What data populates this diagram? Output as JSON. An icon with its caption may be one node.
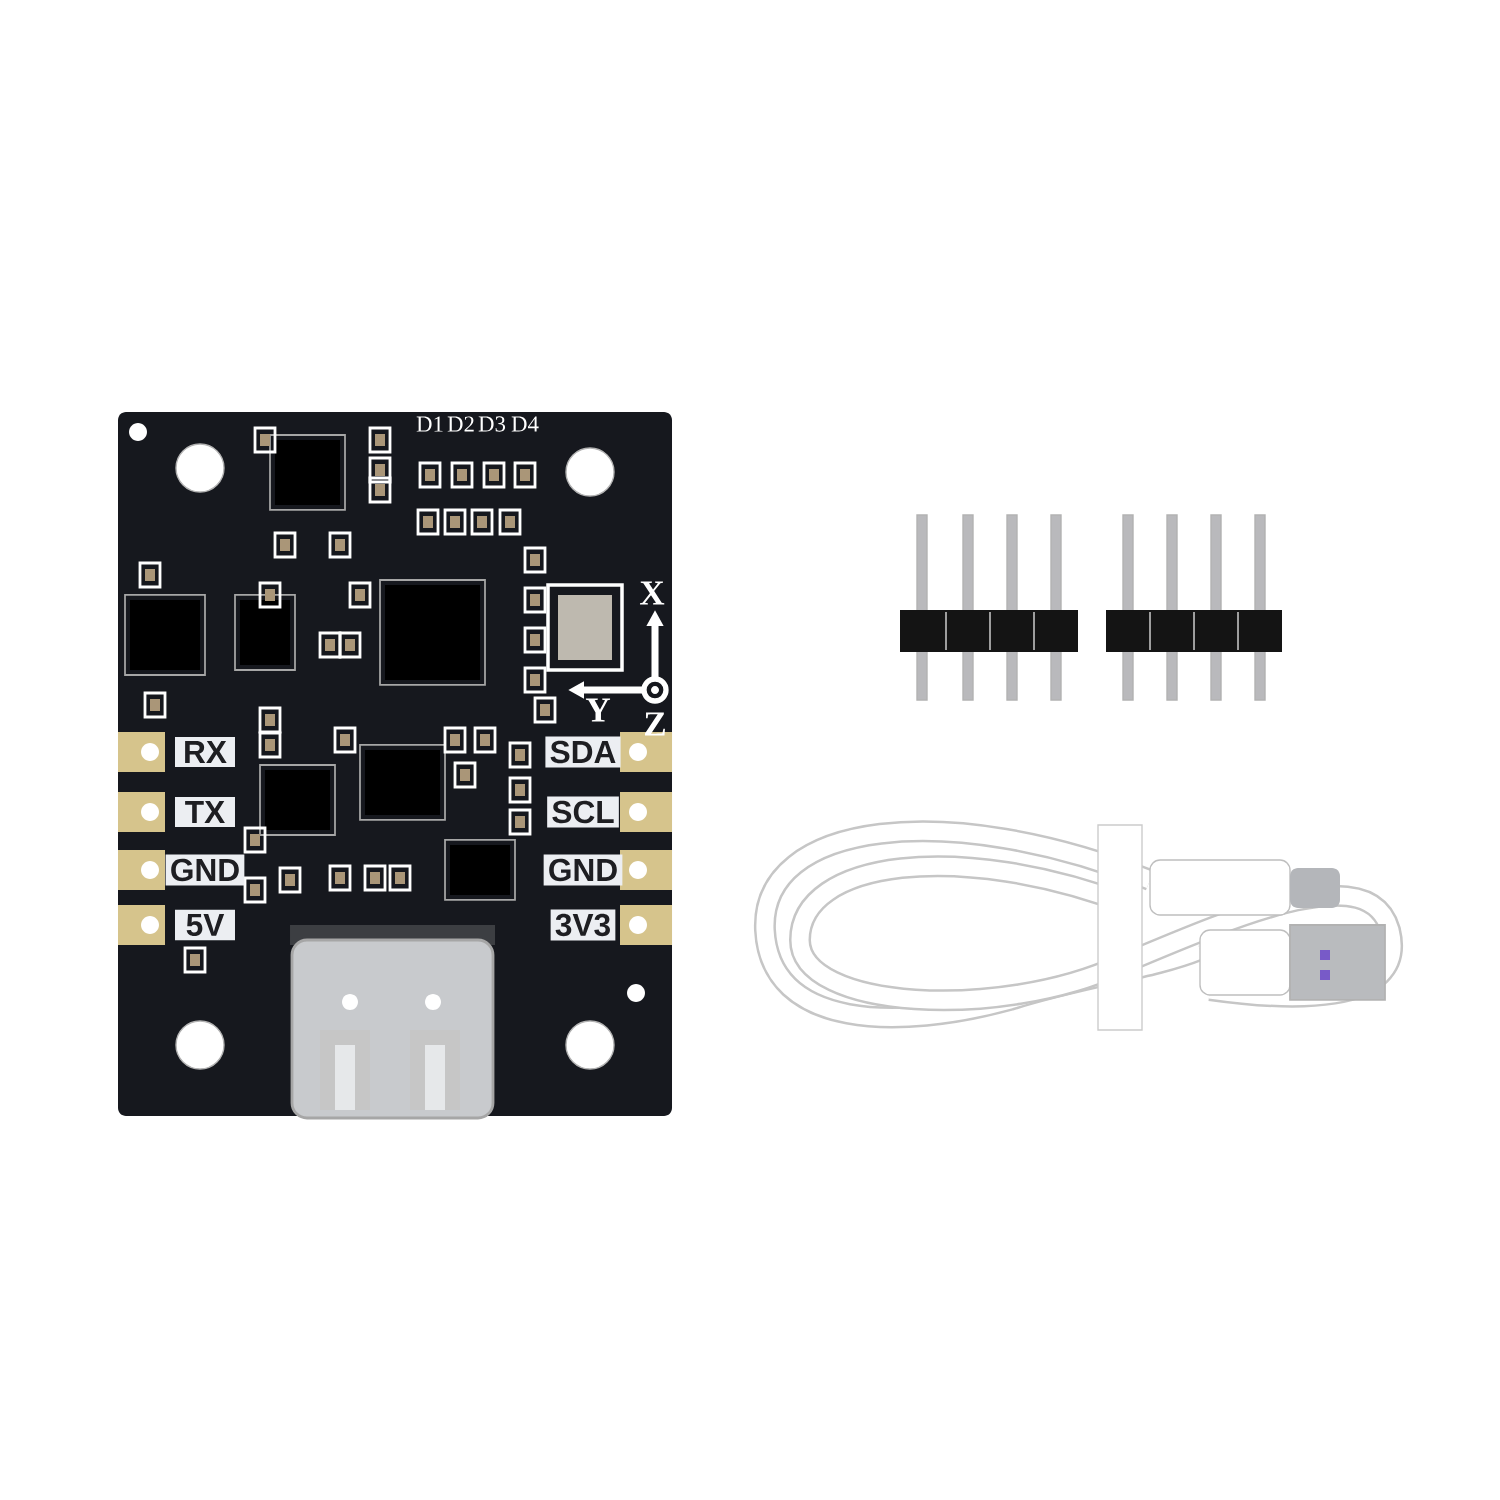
{
  "diagram": {
    "labels": [
      "D1",
      "D2",
      "D3",
      "D4",
      "X",
      "Y",
      "Z",
      "RX",
      "SDA",
      "TX",
      "SCL",
      "GND",
      "GND",
      "5V",
      "3V3"
    ]
  }
}
